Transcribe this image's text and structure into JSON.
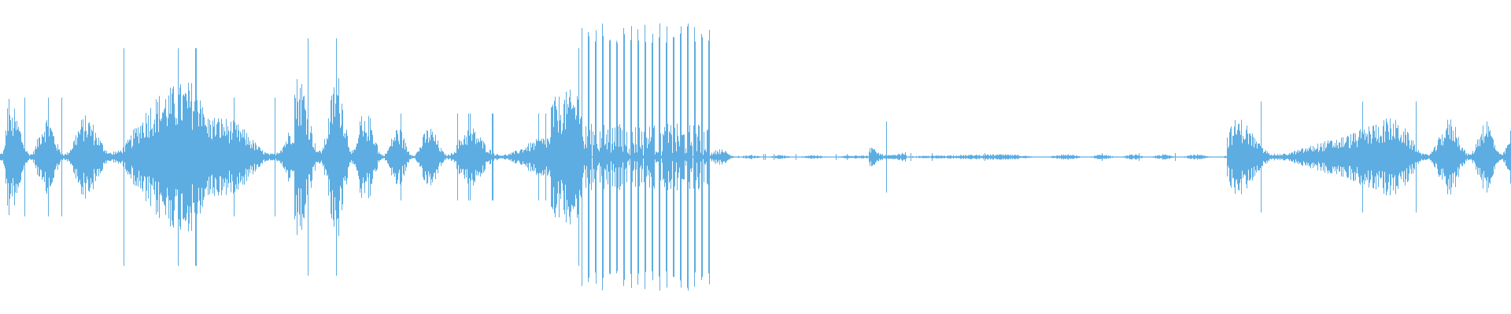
{
  "waveform": {
    "color": "#5DADE2",
    "background": "#ffffff",
    "description_semantic": "audio-waveform",
    "segments": [
      {
        "from": 0.0,
        "to": 0.01,
        "amp": 0.35,
        "density": 1.0
      },
      {
        "from": 0.004,
        "to": 0.007,
        "amp": 0.78,
        "density": 1.0
      },
      {
        "from": 0.01,
        "to": 0.25,
        "amp": 0.3,
        "density": 0.9
      },
      {
        "from": 0.075,
        "to": 0.135,
        "amp": 0.55,
        "density": 1.0
      },
      {
        "from": 0.195,
        "to": 0.24,
        "amp": 0.6,
        "density": 1.0
      },
      {
        "from": 0.25,
        "to": 0.365,
        "amp": 0.22,
        "density": 0.8
      },
      {
        "from": 0.365,
        "to": 0.395,
        "amp": 0.55,
        "density": 1.0
      },
      {
        "from": 0.385,
        "to": 0.47,
        "amp": 0.95,
        "density": 1.0,
        "comb": true
      },
      {
        "from": 0.47,
        "to": 0.49,
        "amp": 0.06,
        "density": 1.0
      },
      {
        "from": 0.49,
        "to": 0.575,
        "amp": 0.015,
        "density": 1.0
      },
      {
        "from": 0.575,
        "to": 0.6,
        "amp": 0.18,
        "density": 0.9
      },
      {
        "from": 0.6,
        "to": 0.812,
        "amp": 0.02,
        "density": 1.0
      },
      {
        "from": 0.812,
        "to": 1.0,
        "amp": 0.28,
        "density": 0.7
      }
    ]
  }
}
